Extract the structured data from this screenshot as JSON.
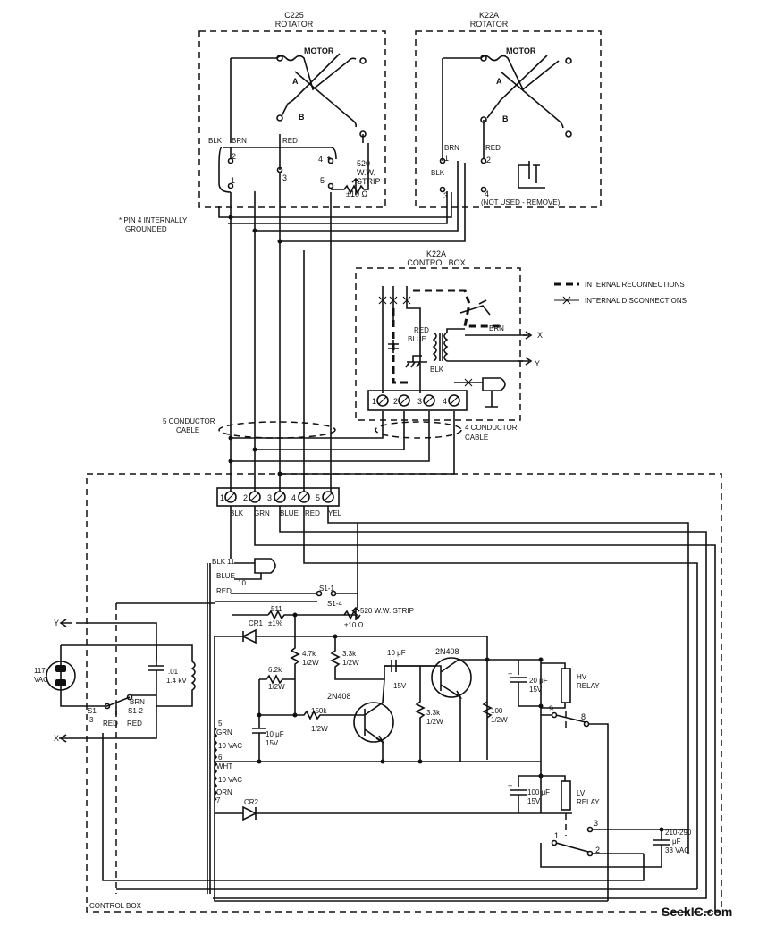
{
  "rotators": {
    "c225": {
      "title_line1": "C225",
      "title_line2": "ROTATOR",
      "motor": "MOTOR",
      "winding_a": "A",
      "winding_b": "B",
      "blk": "BLK",
      "brn": "BRN",
      "red": "RED",
      "pin1": "1",
      "pin2": "2",
      "pin3": "3",
      "pin4": "4",
      "pin5": "5",
      "strip_value": "520",
      "strip_type": "W.W.",
      "strip_word": "STRIP",
      "strip_tol": "±10 Ω"
    },
    "k22a": {
      "title_line1": "K22A",
      "title_line2": "ROTATOR",
      "motor": "MOTOR",
      "winding_a": "A",
      "winding_b": "B",
      "brn": "BRN",
      "blk": "BLK",
      "red": "RED",
      "pin1": "1",
      "pin2": "2",
      "pin3": "3",
      "pin4": "4",
      "not_used": "(NOT USED - REMOVE)"
    }
  },
  "notes": {
    "pin4_line1": "* PIN 4 INTERNALLY",
    "pin4_line2": "GROUNDED"
  },
  "legend": {
    "internal_reconnections": "INTERNAL RECONNECTIONS",
    "internal_disconnections": "INTERNAL DISCONNECTIONS"
  },
  "k22a_control_box": {
    "title_line1": "K22A",
    "title_line2": "CONTROL BOX",
    "red": "RED",
    "blue": "BLUE",
    "blk": "BLK",
    "brn": "BRN",
    "x": "X",
    "y": "Y",
    "t1": "1",
    "t2": "2",
    "t3": "3",
    "t4": "4"
  },
  "cables": {
    "five_line1": "5 CONDUCTOR",
    "five_line2": "CABLE",
    "four_line1": "4 CONDUCTOR",
    "four_line2": "CABLE"
  },
  "terminal_strip": {
    "n1": "1",
    "n2": "2",
    "n3": "3",
    "n4": "4",
    "n5": "5",
    "c1": "BLK",
    "c2": "GRN",
    "c3": "BLUE",
    "c4": "RED",
    "c5": "YEL"
  },
  "control_box": {
    "label": "CONTROL BOX",
    "xfmr": {
      "blk": "BLK",
      "p11": "11",
      "blue": "BLUE",
      "p10": "10",
      "red": "RED",
      "p5": "5",
      "grn": "GRN",
      "v10a": "10 VAC",
      "p6": "6",
      "wht": "WHT",
      "v10b": "10 VAC",
      "orn": "ORN",
      "p7": "7"
    },
    "s1_1": "S1-1",
    "s1_4": "S1-4",
    "s1_2": "S1-2",
    "s1_3_a": "S1-",
    "s1_3_b": "3",
    "strip2": "520 W.W. STRIP",
    "strip2_tol": "±10 Ω",
    "r511": "511",
    "r511_tol": "±1%",
    "cr1": "CR1",
    "cr2": "CR2",
    "r47k": "4.7k",
    "r47k_w": "1/2W",
    "r33k_a": "3.3k",
    "r33k_a_w": "1/2W",
    "r62k": "6.2k",
    "r62k_w": "1/2W",
    "r150k": "150k",
    "r150k_w": "1/2W",
    "c10a": "10 μF",
    "c10a_v": "15V",
    "c10b": "10 μF",
    "c10b_v": "15V",
    "q1": "2N408",
    "q2": "2N408",
    "r33k_b": "3.3k",
    "r33k_b_w": "1/2W",
    "r100": "100",
    "r100_w": "1/2W",
    "c20": "20 μF",
    "c20_v": "15V",
    "c100": "100 μF",
    "c100_v": "15V",
    "hv_relay_1": "HV",
    "hv_relay_2": "RELAY",
    "lv_relay_1": "LV",
    "lv_relay_2": "RELAY",
    "pin9": "9",
    "pin8": "8",
    "pin1": "1",
    "pin2": "2",
    "pin3": "3",
    "cap_range": "210-290",
    "cap_unit": "μF",
    "cap_v": "33 VAC",
    "line_y": "Y",
    "line_x": "X",
    "vac_num": "117",
    "vac": "VAC",
    "cap01": ".01",
    "cap01_v": "1.4 kV",
    "brn": "BRN",
    "red_a": "RED",
    "red_b": "RED"
  },
  "watermark": "SeekIC.com"
}
